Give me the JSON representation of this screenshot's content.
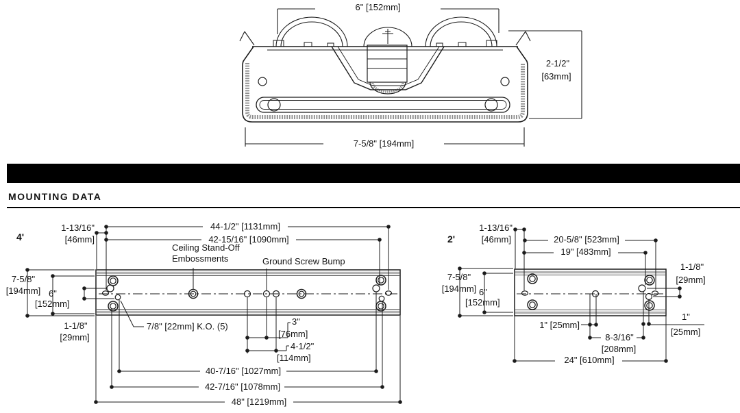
{
  "section": {
    "title": "MOUNTING DATA"
  },
  "cross_section": {
    "top_width": "6\" [152mm]",
    "height_in": "2-1/2\"",
    "height_mm": "[63mm]",
    "bottom_width": "7-5/8\" [194mm]"
  },
  "fixture_4ft": {
    "label": "4'",
    "end_offset_in": "1-13/16\"",
    "end_offset_mm": "[46mm]",
    "slot_span": "44-1/2\" [1131mm]",
    "hole_span": "42-15/16\" [1090mm]",
    "ceiling_note_line1": "Ceiling Stand-Off",
    "ceiling_note_line2": "Embossments",
    "ground_note": "Ground Screw Bump",
    "width_in": "7-5/8\"",
    "width_mm": "[194mm]",
    "lamp_spacing_in": "6\"",
    "lamp_spacing_mm": "[152mm]",
    "side_offset_in": "1-1/8\"",
    "side_offset_mm": "[29mm]",
    "knockout_note": "7/8\" [22mm] K.O. (5)",
    "center_dim1_in": "3\"",
    "center_dim1_mm": "[76mm]",
    "center_dim2_in": "4-1/2\"",
    "center_dim2_mm": "[114mm]",
    "span_40": "40-7/16\" [1027mm]",
    "span_42": "42-7/16\" [1078mm]",
    "overall_length": "48\" [1219mm]"
  },
  "fixture_2ft": {
    "label": "2'",
    "end_offset_in": "1-13/16\"",
    "end_offset_mm": "[46mm]",
    "slot_span": "20-5/8\" [523mm]",
    "hole_span": "19\" [483mm]",
    "width_in": "7-5/8\"",
    "width_mm": "[194mm]",
    "lamp_spacing_in": "6\"",
    "lamp_spacing_mm": "[152mm]",
    "side_offset_in": "1-1/8\"",
    "side_offset_mm": "[29mm]",
    "center_offset": "1\" [25mm]",
    "end_hole_offset_in": "1\"",
    "end_hole_offset_mm": "[25mm]",
    "bump_span_in": "8-3/16\"",
    "bump_span_mm": "[208mm]",
    "overall_length": "24\" [610mm]"
  },
  "colors": {
    "line": "#1b1b1b",
    "rail_shade": "#b3b3b3",
    "bar": "#000000"
  }
}
